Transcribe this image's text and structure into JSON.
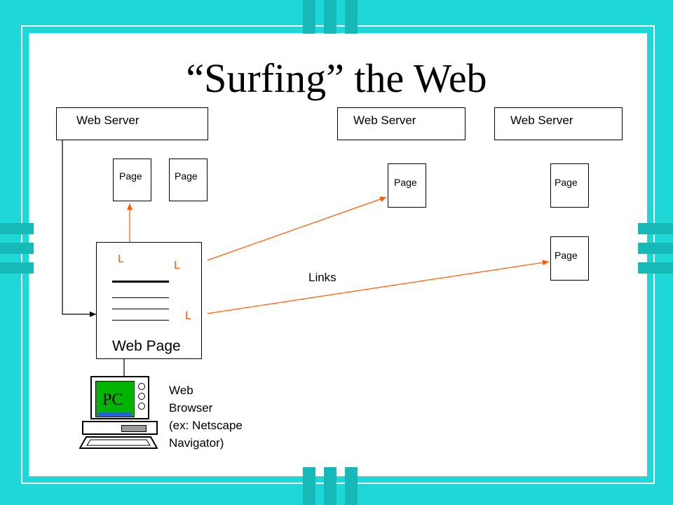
{
  "title": "“Surfing” the Web",
  "servers": [
    {
      "label": "Web Server"
    },
    {
      "label": "Web Server"
    },
    {
      "label": "Web Server"
    }
  ],
  "pages": [
    "Page",
    "Page",
    "Page",
    "Page",
    "Page"
  ],
  "web_page": {
    "label": "Web Page",
    "link_markers": [
      "L",
      "L",
      "L"
    ]
  },
  "links_label": "Links",
  "pc": {
    "screen_text": "PC",
    "browser_lines": [
      "Web",
      "Browser",
      "(ex: Netscape",
      "Navigator)"
    ]
  },
  "colors": {
    "background": "#1ed8d8",
    "link": "#ff5a00",
    "pc_screen": "#00b400"
  }
}
